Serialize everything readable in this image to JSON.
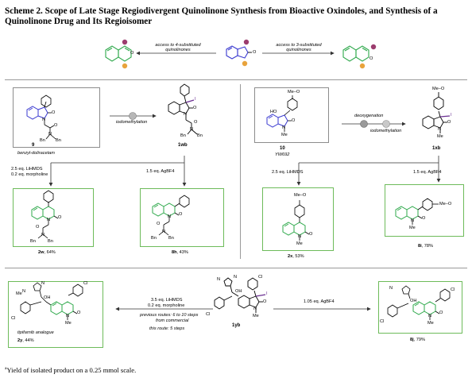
{
  "title": "Scheme 2. Scope of Late Stage Regiodivergent Quinolinone Synthesis from Bioactive Oxindoles, and Synthesis of a Quinolinone Drug and Its Regioisomer",
  "header": {
    "left_arrow_label_1": "access to 4-substituted",
    "left_arrow_label_2": "quinolinones",
    "right_arrow_label_1": "access to 3-substituted",
    "right_arrow_label_2": "quinolinones"
  },
  "panel_left": {
    "start_compound": "9",
    "start_name": "benzyl-doliracetam",
    "step_label": "iodomethylation",
    "intermediate_compound": "1wb",
    "branch_left_reagent_1": "2.5 eq. LiHMDS",
    "branch_left_reagent_2": "0.2 eq. morpholine",
    "branch_right_reagent": "1.5 eq. AgBF4",
    "product_left": "2w",
    "product_left_yield": ", 64%",
    "product_right": "8h",
    "product_right_yield": ", 43%"
  },
  "panel_right": {
    "start_compound": "10",
    "start_name": "YW692",
    "step_label_1": "deoxygenation",
    "step_label_2": "iodomethylation",
    "intermediate_compound": "1xb",
    "branch_left_reagent": "2.5 eq. LiHMDS",
    "branch_right_reagent": "1.5 eq. AgBF4",
    "product_left": "2x",
    "product_left_yield": ", 53%",
    "product_right": "8i",
    "product_right_yield": ", 78%"
  },
  "panel_bottom": {
    "product_left_compound": "2y",
    "product_left_yield": ", 44%",
    "product_left_name": "tipifarnib analogue",
    "reagent_left_1": "3.5 eq. LiHMDS",
    "reagent_left_2": "0.2 eq. morpholine",
    "note_1": "previous routes: 6 to 10 steps",
    "note_2": "from commercial",
    "note_3": "this route: 5 steps",
    "start_compound": "1yb",
    "reagent_right": "1.05 eq. AgBF4",
    "product_right_compound": "8j",
    "product_right_yield": ", 79%"
  },
  "atom_labels": {
    "O": "O",
    "N": "N",
    "I": "I",
    "Bn": "Bn",
    "Me": "Me",
    "HO": "HO",
    "OH": "OH",
    "Cl": "Cl",
    "MeO": "Me–O"
  },
  "footnote_marker": "a",
  "footnote": "Yield of isolated product on a 0.25 mmol scale.",
  "colors": {
    "box_grey": "#8c8c8c",
    "box_green": "#6dbb5a",
    "ring_blue": "#3a3ad0",
    "ring_green": "#2da84a",
    "purple_atom": "#9c3d6e",
    "orange_atom": "#e8a33c",
    "chain_purple": "#6a2f91",
    "ball_grey": "#b7b7b7"
  }
}
